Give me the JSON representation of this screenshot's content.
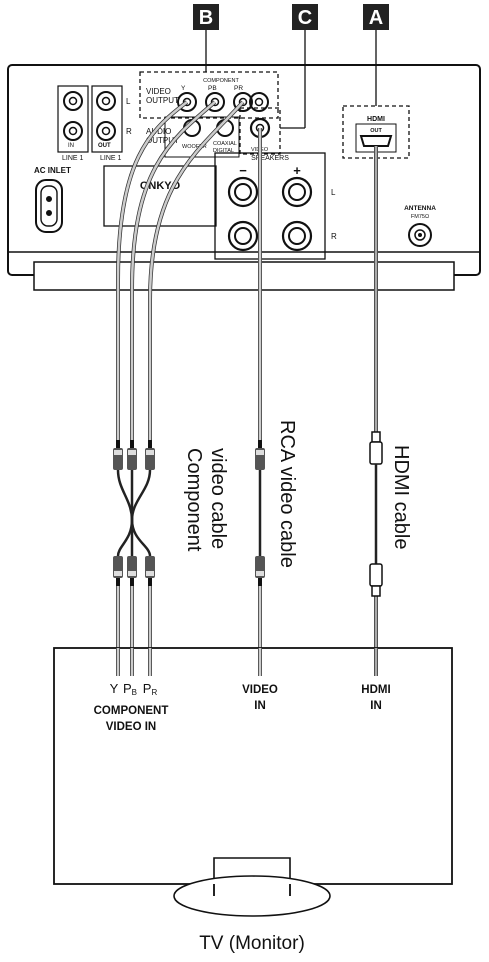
{
  "callouts": {
    "a": "A",
    "b": "B",
    "c": "C"
  },
  "unit": {
    "brand": "ONKYO",
    "line1": {
      "in": "IN",
      "out": "OUT",
      "name": "LINE 1",
      "l": "L",
      "r": "R"
    },
    "video_output": {
      "line1": "VIDEO",
      "line2": "OUTPUT",
      "y": "Y",
      "pb": "PB",
      "pr": "PR",
      "component": "COMPONENT"
    },
    "audio_output": {
      "line1": "AUDIO",
      "line2": "OUTPUT",
      "subwoofer": "WOOFER",
      "coaxial": "COAXIAL",
      "digital": "DIGITAL",
      "video": "VIDEO"
    },
    "speakers": {
      "label": "SPEAKERS",
      "minus": "−",
      "plus": "+",
      "l": "L",
      "r": "R"
    },
    "hdmi": {
      "label": "HDMI",
      "out": "OUT"
    },
    "antenna": {
      "line1": "ANTENNA",
      "line2": "FM75Ω"
    },
    "ac_inlet": "AC INLET"
  },
  "cables": {
    "component": {
      "line1": "Component",
      "line2": "video cable"
    },
    "rca": "RCA video cable",
    "hdmi": "HDMI cable"
  },
  "tv": {
    "y": "Y",
    "pb": "P",
    "pb_sub": "B",
    "pr": "P",
    "pr_sub": "R",
    "component_in_1": "COMPONENT",
    "component_in_2": "VIDEO IN",
    "video_in_1": "VIDEO",
    "video_in_2": "IN",
    "hdmi_in_1": "HDMI",
    "hdmi_in_2": "IN",
    "caption": "TV (Monitor)"
  }
}
